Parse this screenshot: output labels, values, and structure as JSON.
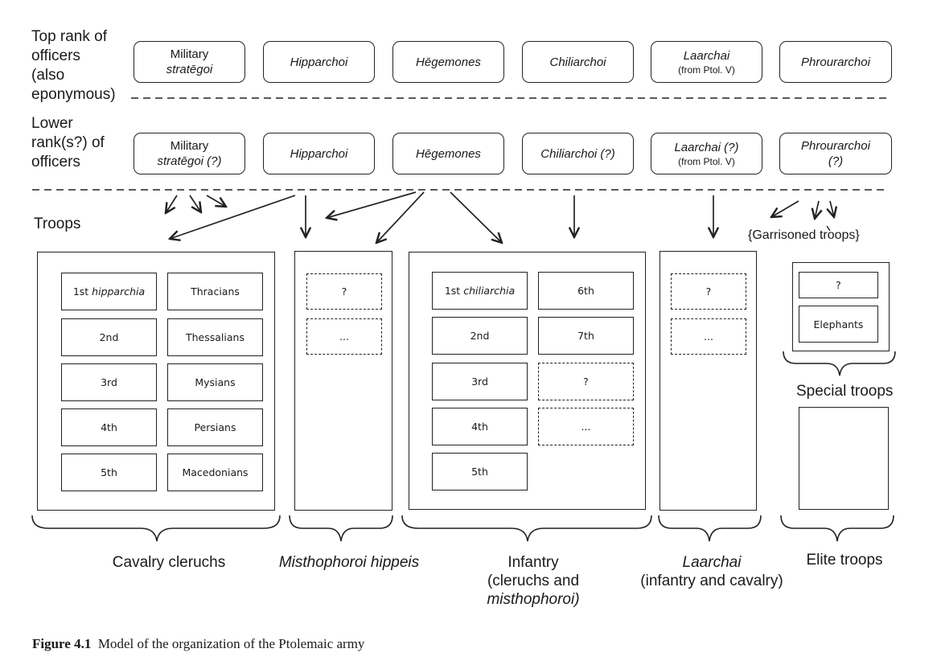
{
  "labels": {
    "top_rank": [
      "Top rank of",
      "officers",
      "(also",
      "eponymous)"
    ],
    "lower_rank": [
      "Lower",
      "rank(s?) of",
      "officers"
    ],
    "troops": "Troops"
  },
  "top_row": [
    {
      "line1": "Military",
      "line2": "stratēgoi"
    },
    {
      "line1": "Hipparchoi"
    },
    {
      "line1": "Hēgemones"
    },
    {
      "line1": "Chiliarchoi"
    },
    {
      "line1": "Laarchai",
      "line2": "(from Ptol. V)"
    },
    {
      "line1": "Phrourarchoi"
    }
  ],
  "lower_row": [
    {
      "line1": "Military",
      "line2": "stratēgoi (?)"
    },
    {
      "line1": "Hipparchoi"
    },
    {
      "line1": "Hēgemones"
    },
    {
      "line1": "Chiliarchoi (?)"
    },
    {
      "line1": "Laarchai (?)",
      "line2": "(from Ptol. V)"
    },
    {
      "line1": "Phrourarchoi",
      "line2": "(?)"
    }
  ],
  "garrisoned": "{Garrisoned troops}",
  "cavalry": {
    "col1": [
      "1st hipparchia",
      "2nd",
      "3rd",
      "4th",
      "5th"
    ],
    "col2": [
      "Thracians",
      "Thessalians",
      "Mysians",
      "Persians",
      "Macedonians"
    ]
  },
  "misthophoroi_cells": [
    "?",
    "..."
  ],
  "infantry": {
    "col1": [
      "1st chiliarchia",
      "2nd",
      "3rd",
      "4th",
      "5th"
    ],
    "col2": [
      "6th",
      "7th",
      "?",
      "..."
    ]
  },
  "laarchai_cells": [
    "?",
    "..."
  ],
  "special": {
    "cells": [
      "?",
      "Elephants"
    ],
    "label": "Special troops"
  },
  "groups": {
    "cavalry": "Cavalry cleruchs",
    "misthophoroi": "Misthophoroi hippeis",
    "infantry": [
      "Infantry",
      "(cleruchs and",
      "misthophoroi)"
    ],
    "laarchai": [
      "Laarchai",
      "(infantry and cavalry)"
    ],
    "elite": "Elite troops"
  },
  "caption": {
    "number": "Figure 4.1",
    "text": "Model of the organization of the Ptolemaic army"
  }
}
